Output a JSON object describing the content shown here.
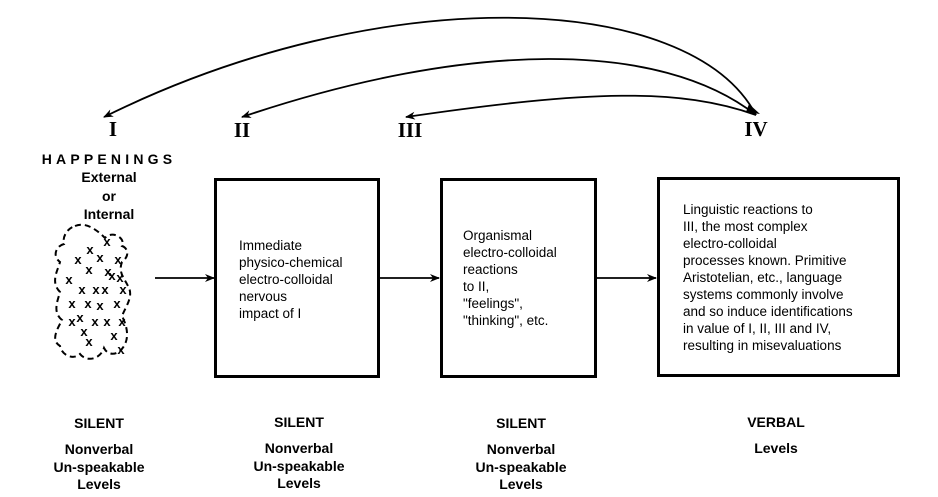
{
  "diagram": {
    "roman_labels": [
      "I",
      "II",
      "III",
      "IV"
    ],
    "happenings": {
      "title": "HAPPENINGS",
      "lines": [
        "External",
        "or",
        "Internal"
      ]
    },
    "boxes": [
      {
        "id": "II",
        "text": "Immediate\nphysico-chemical\nelectro-colloidal\nnervous\nimpact of  I"
      },
      {
        "id": "III",
        "text": "Organismal\nelectro-colloidal\nreactions\nto II,\n\"feelings\",\n\"thinking\", etc."
      },
      {
        "id": "IV",
        "text": "Linguistic reactions to\nIII, the most complex\nelectro-colloidal\nprocesses known. Primitive\nAristotelian, etc., language\nsystems commonly involve\nand so induce identifications\nin value of I, II, III and IV,\nresulting in misevaluations"
      }
    ],
    "levels": [
      {
        "head": "SILENT",
        "lines": [
          "Nonverbal",
          "Un-speakable",
          "Levels"
        ]
      },
      {
        "head": "SILENT",
        "lines": [
          "Nonverbal",
          "Un-speakable",
          "Levels"
        ]
      },
      {
        "head": "SILENT",
        "lines": [
          "Nonverbal",
          "Un-speakable",
          "Levels"
        ]
      },
      {
        "head": "VERBAL",
        "lines": [
          "Levels"
        ]
      }
    ],
    "feedback_arrows": [
      {
        "from": "IV",
        "to": "I"
      },
      {
        "from": "IV",
        "to": "II"
      },
      {
        "from": "IV",
        "to": "III"
      }
    ],
    "flow_arrows": [
      {
        "from": "I",
        "to": "II"
      },
      {
        "from": "II",
        "to": "III"
      },
      {
        "from": "III",
        "to": "IV"
      }
    ]
  }
}
